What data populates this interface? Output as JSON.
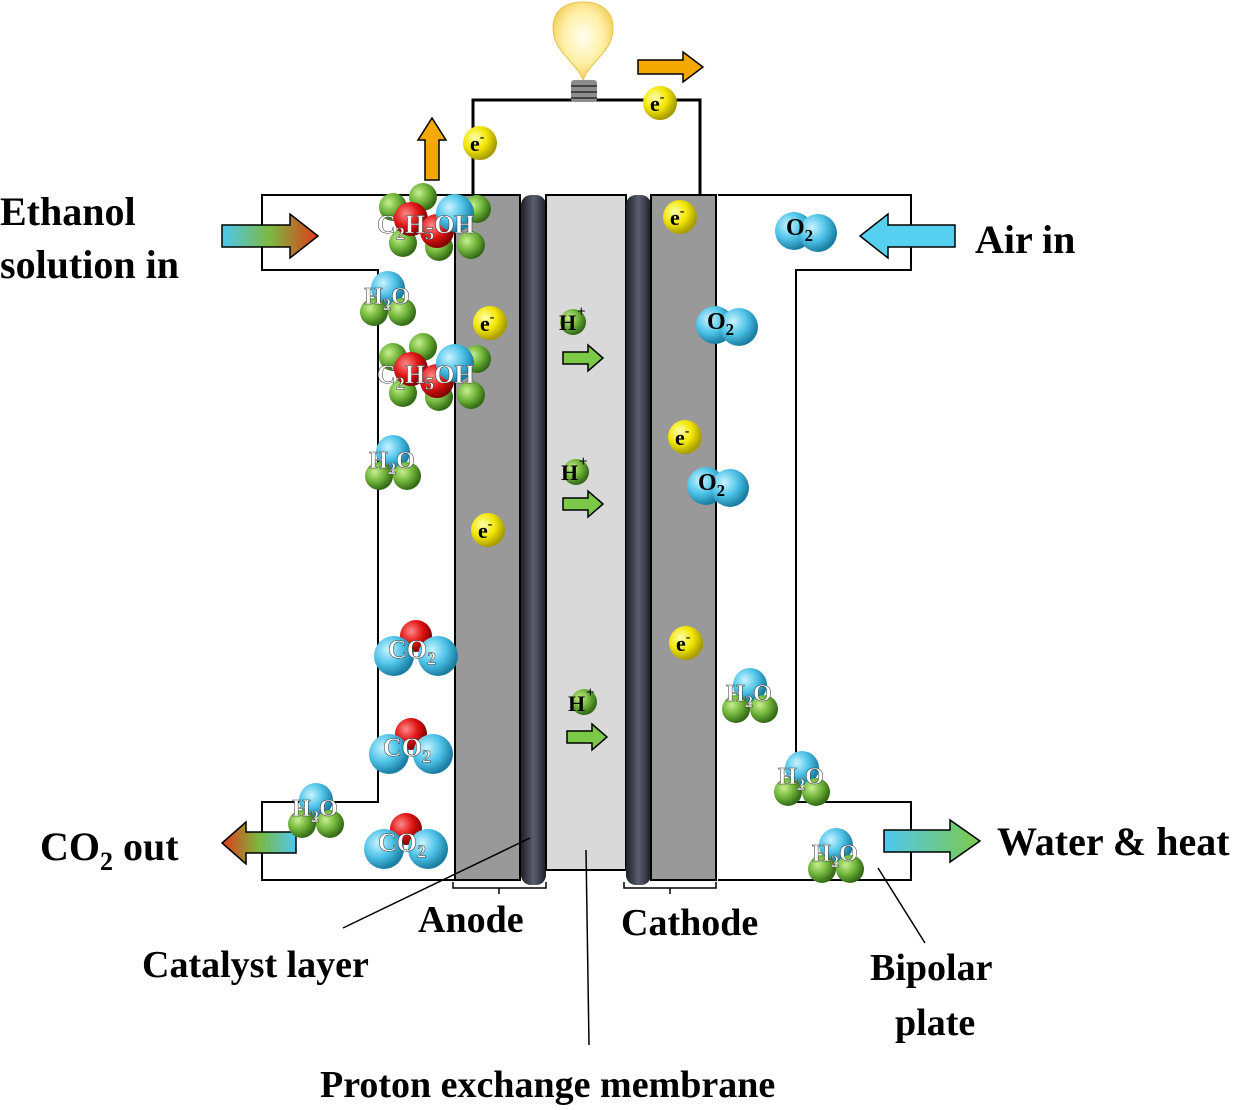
{
  "title": "Direct ethanol fuel cell schematic",
  "labels": {
    "ethanol_in_line1": "Ethanol",
    "ethanol_in_line2": "solution in",
    "air_in": "Air in",
    "co2_out_main": "CO",
    "co2_out_sub": "2",
    "co2_out_rest": " out",
    "water_heat": "Water & heat",
    "anode": "Anode",
    "cathode": "Cathode",
    "catalyst_layer": "Catalyst layer",
    "bipolar_line1": "Bipolar",
    "bipolar_line2": "plate",
    "membrane": "Proton exchange membrane"
  },
  "species": {
    "electron": "e",
    "electron_charge": "-",
    "proton": "H",
    "proton_charge": "+",
    "ethanol_parts": [
      "C",
      "2",
      "H",
      "5",
      "OH"
    ],
    "water_parts": [
      "H",
      "2",
      "O"
    ],
    "oxygen_parts": [
      "O",
      "2"
    ],
    "co2_parts": [
      "CO",
      "2"
    ]
  },
  "colors": {
    "anode_cathode_fill": "#999999",
    "membrane_fill": "#d9d9d9",
    "catalyst_fill": "#3a3d4a",
    "electron": "#f2e600",
    "hydrogen_atom": "#6fb33a",
    "oxygen_atom": "#e01515",
    "carbon_blue_atom": "#4fc3e8",
    "current_arrow": "#f5a800",
    "proton_arrow": "#7cc94a",
    "air_arrow": "#55d0f0"
  }
}
